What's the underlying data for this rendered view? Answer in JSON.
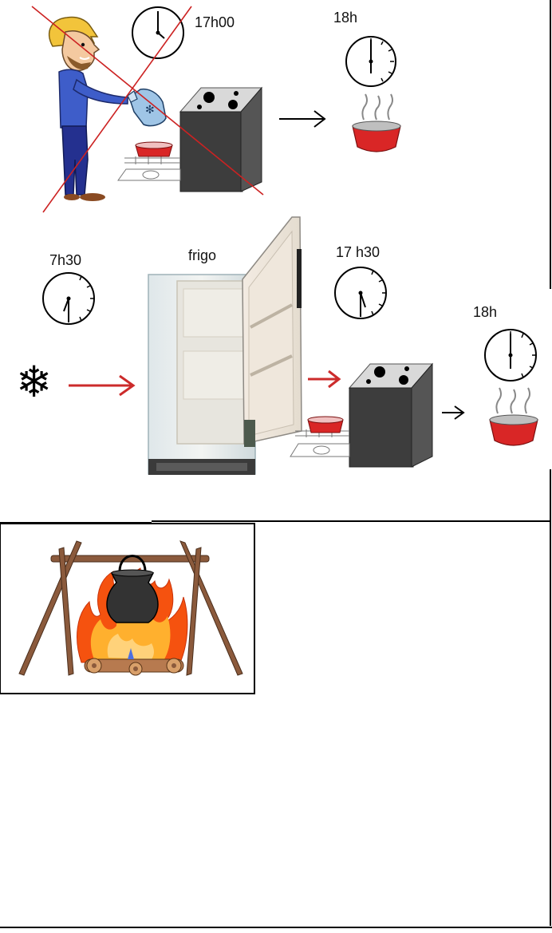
{
  "labels": {
    "start_time_crossed": "17h00",
    "end_time_top": "18h",
    "freezer_time": "7h30",
    "fridge": "frigo",
    "cook_time": "17 h30",
    "end_time_mid": "18h"
  },
  "icons": {
    "snowflake": "❄"
  },
  "colors": {
    "red_arrow": "#cc2b2b",
    "cross_line": "#cc2222",
    "pot_red": "#d92626",
    "oven_body": "#3d3d3d"
  }
}
